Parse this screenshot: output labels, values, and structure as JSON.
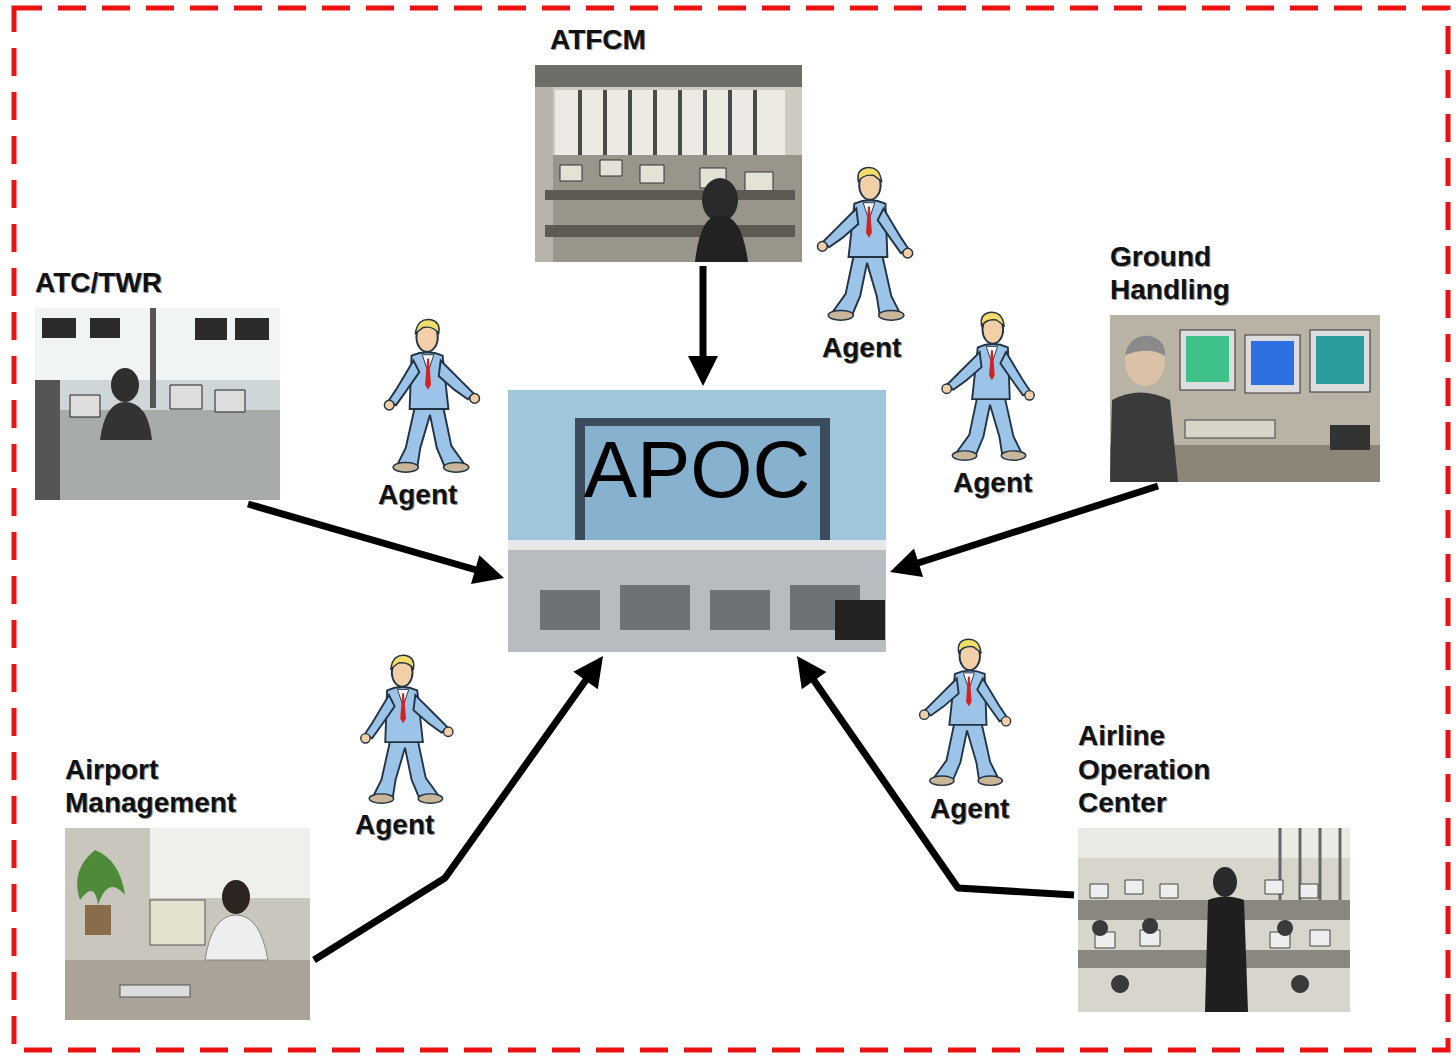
{
  "diagram": {
    "nodes": [
      {
        "text": [
          "ATFCM"
        ]
      },
      {
        "text": [
          "ATC/TWR"
        ]
      },
      {
        "text": [
          "Ground Handling"
        ]
      },
      {
        "text": [
          "APOC"
        ]
      },
      {
        "text": [
          "Airport Management"
        ]
      },
      {
        "text": [
          "Airline Operation Center"
        ]
      }
    ],
    "edges": [
      {
        "from": 0,
        "to": 3,
        "arrow": "to"
      },
      {
        "from": 1,
        "to": 3,
        "arrow": "to"
      },
      {
        "from": 2,
        "to": 3,
        "arrow": "to"
      },
      {
        "from": 4,
        "to": 3,
        "arrow": "to"
      },
      {
        "from": 5,
        "to": 3,
        "arrow": "to"
      }
    ],
    "labels": [
      "Agent",
      "Agent",
      "Agent",
      "Agent",
      "Agent"
    ]
  }
}
